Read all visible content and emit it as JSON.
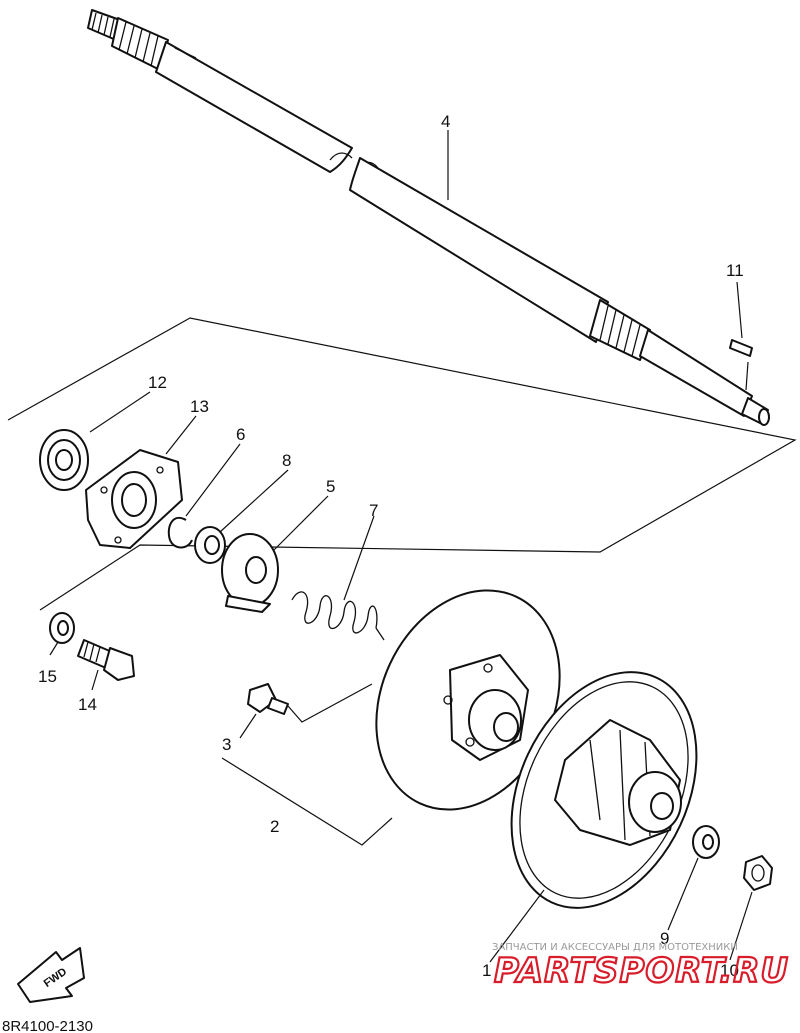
{
  "diagram": {
    "code": "8R4100-2130",
    "fwd_label": "FWD",
    "callouts": [
      {
        "id": "1",
        "label": "1"
      },
      {
        "id": "2",
        "label": "2"
      },
      {
        "id": "3",
        "label": "3"
      },
      {
        "id": "4",
        "label": "4"
      },
      {
        "id": "5",
        "label": "5"
      },
      {
        "id": "6",
        "label": "6"
      },
      {
        "id": "7",
        "label": "7"
      },
      {
        "id": "8",
        "label": "8"
      },
      {
        "id": "9",
        "label": "9"
      },
      {
        "id": "10",
        "label": "10"
      },
      {
        "id": "11",
        "label": "11"
      },
      {
        "id": "12",
        "label": "12"
      },
      {
        "id": "13",
        "label": "13"
      },
      {
        "id": "14",
        "label": "14"
      },
      {
        "id": "15",
        "label": "15"
      }
    ]
  },
  "watermark": {
    "caption": "ЗАПЧАСТИ И АКСЕССУАРЫ ДЛЯ МОТОТЕХНИКИ",
    "logo": "PARTSPORT.RU"
  }
}
